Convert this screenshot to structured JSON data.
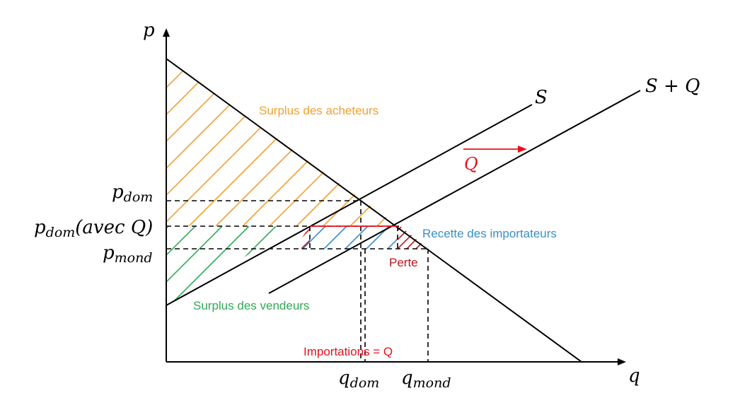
{
  "axes": {
    "x_label": "q",
    "y_label": "p"
  },
  "curves": {
    "supply": "S",
    "supply_shifted": "S + Q"
  },
  "arrow": {
    "label": "Q",
    "color": "#e8101a"
  },
  "prices": {
    "p_dom_base": "p",
    "p_dom_sub": "dom",
    "p_dom_q_base": "p",
    "p_dom_q_sub": "dom",
    "p_dom_q_suffix": "(avec Q)",
    "p_mond_base": "p",
    "p_mond_sub": "mond"
  },
  "quantities": {
    "q_dom_base": "q",
    "q_dom_sub": "dom",
    "q_mond_base": "q",
    "q_mond_sub": "mond"
  },
  "areas": {
    "buyers": {
      "label": "Surplus des acheteurs",
      "color": "#f0a030"
    },
    "sellers": {
      "label": "Surplus des vendeurs",
      "color": "#2eaa55"
    },
    "importers": {
      "label": "Recette des importateurs",
      "color": "#3a8fc8"
    },
    "loss": {
      "label": "Perte",
      "color": "#c0141e"
    }
  },
  "imports": {
    "label": "Importations = Q",
    "color": "#e8101a"
  }
}
